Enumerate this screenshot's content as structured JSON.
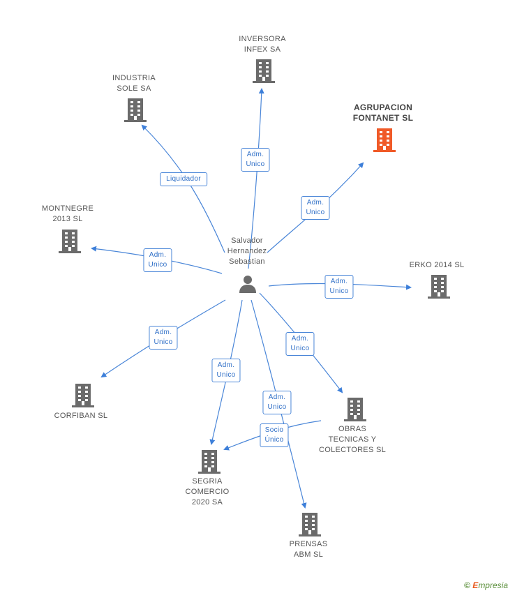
{
  "center": {
    "name": "Salvador\nHernandez\nSebastian",
    "icon": "person-icon"
  },
  "companies": [
    {
      "id": "inversora",
      "name": "INVERSORA\nINFEX SA",
      "icon": "building-icon",
      "color": "#6b6b6b"
    },
    {
      "id": "industria",
      "name": "INDUSTRIA\nSOLE SA",
      "icon": "building-icon",
      "color": "#6b6b6b"
    },
    {
      "id": "agrupacion",
      "name": "AGRUPACION\nFONTANET SL",
      "icon": "building-icon",
      "color": "#f05a28"
    },
    {
      "id": "montnegre",
      "name": "MONTNEGRE\n2013 SL",
      "icon": "building-icon",
      "color": "#6b6b6b"
    },
    {
      "id": "erko",
      "name": "ERKO 2014  SL",
      "icon": "building-icon",
      "color": "#6b6b6b"
    },
    {
      "id": "corfiban",
      "name": "CORFIBAN SL",
      "icon": "building-icon",
      "color": "#6b6b6b"
    },
    {
      "id": "obras",
      "name": "OBRAS\nTECNICAS Y\nCOLECTORES SL",
      "icon": "building-icon",
      "color": "#6b6b6b"
    },
    {
      "id": "segria",
      "name": "SEGRIA\nCOMERCIO\n2020 SA",
      "icon": "building-icon",
      "color": "#6b6b6b"
    },
    {
      "id": "prensas",
      "name": "PRENSAS\nABM SL",
      "icon": "building-icon",
      "color": "#6b6b6b"
    }
  ],
  "relations": [
    {
      "to": "inversora",
      "role": "Adm.\nUnico"
    },
    {
      "to": "industria",
      "role": "Liquidador"
    },
    {
      "to": "agrupacion",
      "role": "Adm.\nUnico"
    },
    {
      "to": "montnegre",
      "role": "Adm.\nUnico"
    },
    {
      "to": "erko",
      "role": "Adm.\nUnico"
    },
    {
      "to": "corfiban",
      "role": "Adm.\nUnico"
    },
    {
      "to": "obras",
      "role": "Adm.\nUnico"
    },
    {
      "to": "segria",
      "role": "Adm.\nUnico"
    },
    {
      "to": "prensas",
      "role": "Adm.\nUnico"
    },
    {
      "from": "obras",
      "to": "segria",
      "role": "Socio\nÚnico"
    }
  ],
  "footer": {
    "copyright": "©",
    "brand_initial": "E",
    "brand_rest": "mpresia"
  },
  "colors": {
    "edge": "#4a86d8",
    "focus": "#f05a28",
    "node": "#6b6b6b"
  }
}
